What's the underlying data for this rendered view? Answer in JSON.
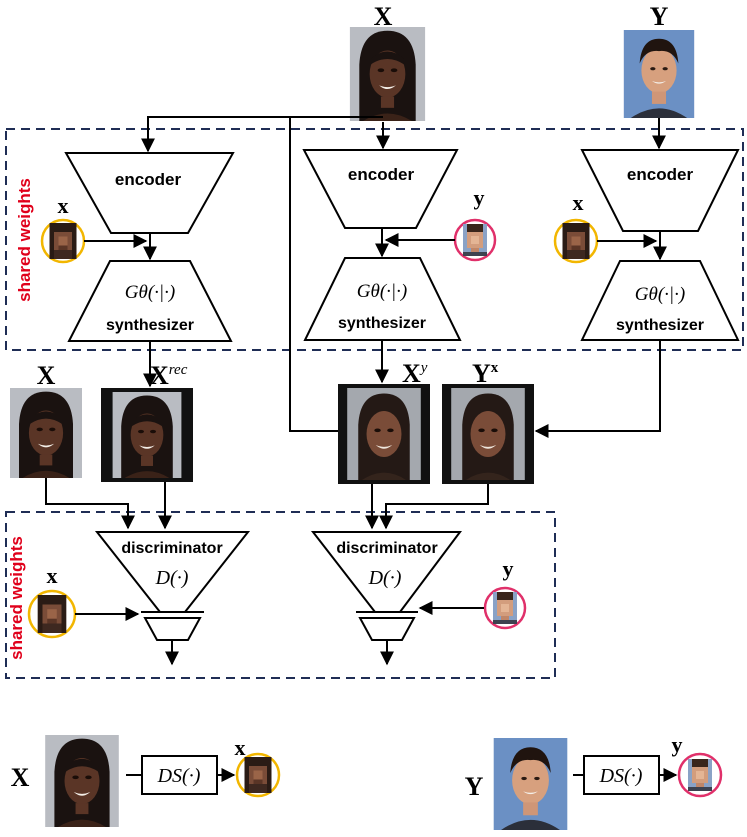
{
  "labels": {
    "X": "X",
    "Y": "Y",
    "x": "x",
    "y": "y",
    "X_rec_base": "X",
    "X_rec_sup": "rec",
    "X_y_base": "X",
    "X_y_sup": "y",
    "Y_x_base": "Y",
    "Y_x_sup": "x"
  },
  "blocks": {
    "encoder": "encoder",
    "synthesizer": "synthesizer",
    "generator_fn": "Gθ(·|·)",
    "discriminator": "discriminator",
    "discriminator_fn": "D(·)",
    "downsample_fn": "DS(·)"
  },
  "groups": {
    "shared_weights": "shared weights"
  },
  "colors": {
    "dashed_border": "#1f2d55",
    "shared_text": "#e0001b",
    "x_circle": "#f2b600",
    "y_circle": "#e0306a",
    "face_dark": "#4a2f24",
    "face_light": "#c89474",
    "face_bg": "#9aa0a8"
  },
  "icons": {
    "face_x": "woman-face-photo-icon",
    "face_y": "man-face-photo-icon",
    "pixel_x": "pixelated-woman-face-icon",
    "pixel_y": "pixelated-man-face-icon"
  }
}
